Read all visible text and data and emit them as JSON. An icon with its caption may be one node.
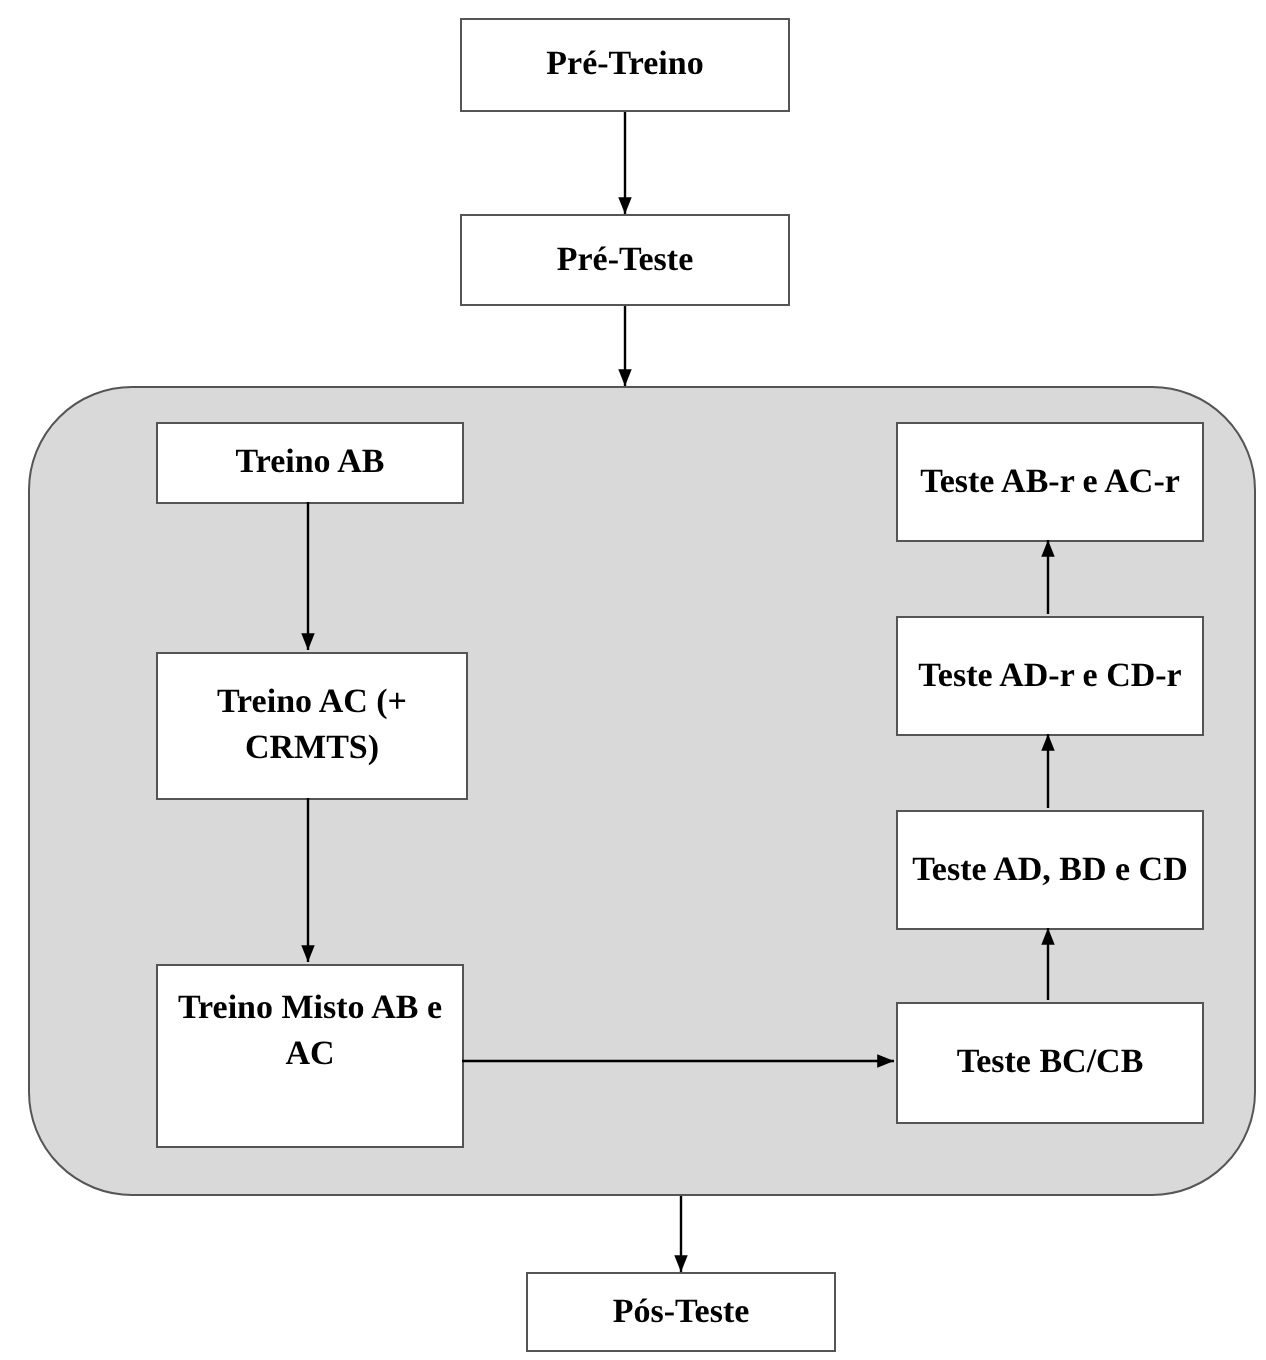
{
  "diagram": {
    "nodes": [
      {
        "text": [
          "Pré-Treino"
        ]
      },
      {
        "text": [
          "Pré-Teste"
        ]
      },
      {
        "text": [],
        "shape": "box"
      },
      {
        "text": [
          "Treino AB"
        ],
        "in": 2
      },
      {
        "text": [
          "Treino AC (+ CRMTS)"
        ],
        "in": 2
      },
      {
        "text": [
          "Treino Misto AB e AC"
        ],
        "in": 2
      },
      {
        "text": [
          "Teste AB-r e AC-r"
        ],
        "in": 2
      },
      {
        "text": [
          "Teste AD-r e CD-r"
        ],
        "in": 2
      },
      {
        "text": [
          "Teste AD, BD e CD"
        ],
        "in": 2
      },
      {
        "text": [
          "Teste BC/CB"
        ],
        "in": 2
      },
      {
        "text": [
          "Pós-Teste"
        ]
      }
    ],
    "edges": [
      {
        "from": 0,
        "to": 1,
        "arrow": "to"
      },
      {
        "from": 1,
        "to": 2,
        "arrow": "to"
      },
      {
        "from": 3,
        "to": 4,
        "arrow": "to"
      },
      {
        "from": 4,
        "to": 5,
        "arrow": "to"
      },
      {
        "from": 5,
        "to": 9,
        "arrow": "to"
      },
      {
        "from": 9,
        "to": 8,
        "arrow": "to"
      },
      {
        "from": 8,
        "to": 7,
        "arrow": "to"
      },
      {
        "from": 7,
        "to": 6,
        "arrow": "to"
      },
      {
        "from": 2,
        "to": 10,
        "arrow": "to"
      }
    ]
  }
}
